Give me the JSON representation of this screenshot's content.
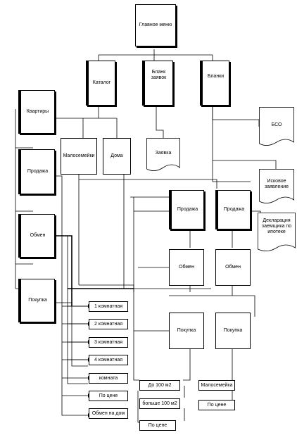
{
  "nodes": {
    "main_menu": "Главное меню",
    "catalog": "Каталог",
    "blank_requests": "Бланк заявок",
    "blanks": "Бланки",
    "apartments": "Квартиры",
    "small_families": "Малосемейки",
    "houses": "Дома",
    "request": "Заявка",
    "bso": "БСО",
    "claim": "Исковое заявление",
    "declaration": "Декларация заемщика по ипотеке",
    "sale": "Продажа",
    "exchange": "Обмен",
    "purchase": "Покупка",
    "room1": "1 комнатная",
    "room2": "2 комнатная",
    "room3": "3 комнатная",
    "room4": "4 комнатная",
    "room": "комната",
    "by_price": "По цене",
    "exchange_house": "Обмен на дом",
    "upto100": "До 100 м2",
    "more100": "больше 100 м2",
    "small_family": "Малосемейка"
  }
}
